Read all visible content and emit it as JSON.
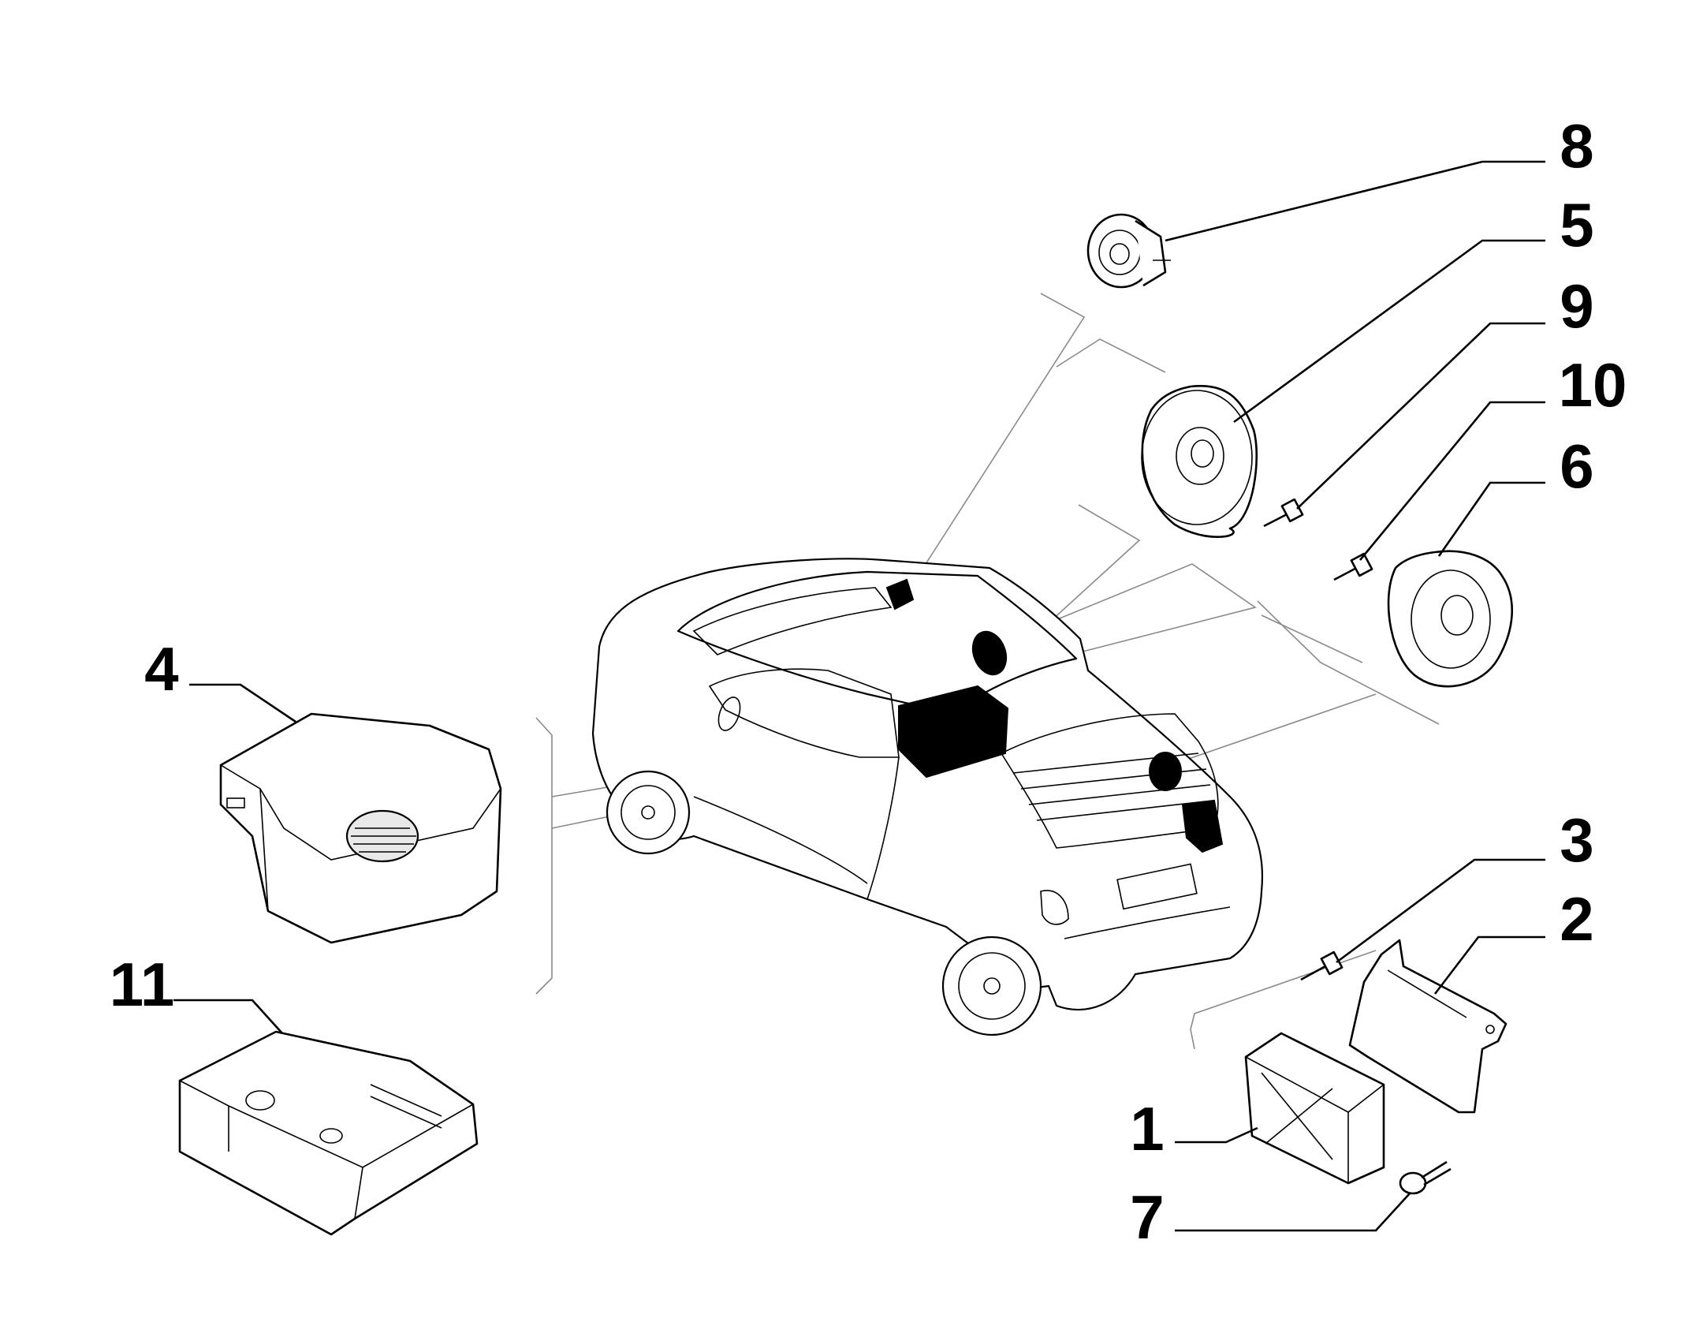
{
  "callouts": [
    {
      "id": "1",
      "label": "1"
    },
    {
      "id": "2",
      "label": "2"
    },
    {
      "id": "3",
      "label": "3"
    },
    {
      "id": "4",
      "label": "4"
    },
    {
      "id": "5",
      "label": "5"
    },
    {
      "id": "6",
      "label": "6"
    },
    {
      "id": "7",
      "label": "7"
    },
    {
      "id": "8",
      "label": "8"
    },
    {
      "id": "9",
      "label": "9"
    },
    {
      "id": "10",
      "label": "10"
    },
    {
      "id": "11",
      "label": "11"
    }
  ],
  "colors": {
    "ink": "#000000",
    "paper": "#ffffff",
    "guide": "#8a8a8a",
    "fill": "#e9e9e9"
  }
}
